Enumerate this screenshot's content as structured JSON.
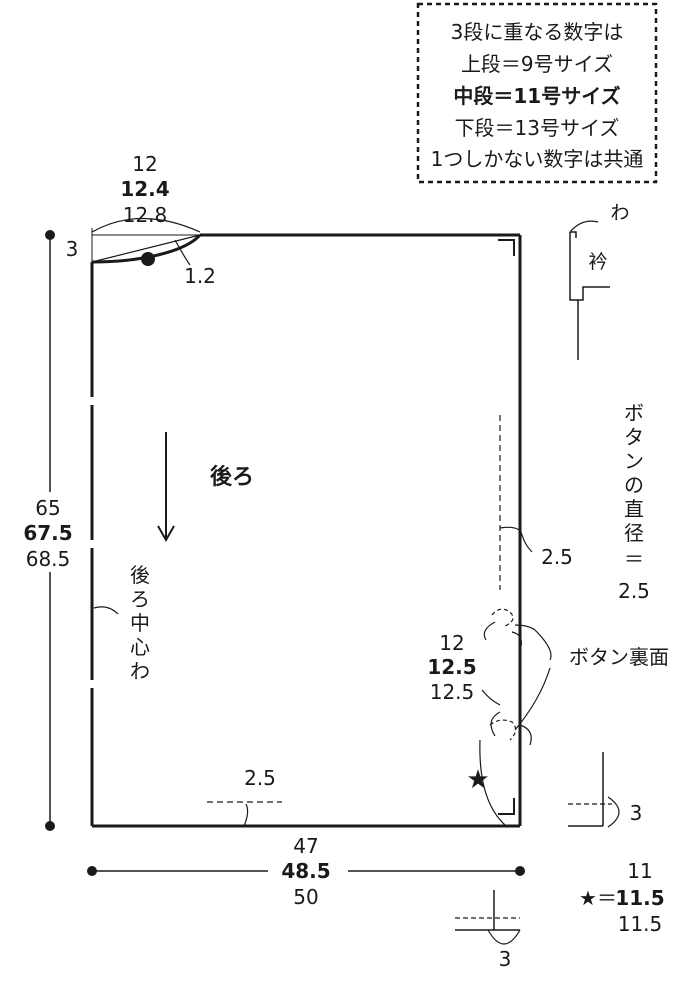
{
  "legend": {
    "lines": [
      "3段に重なる数字は",
      "上段＝9号サイズ",
      "中段＝11号サイズ",
      "下段＝13号サイズ",
      "1つしかない数字は共通"
    ]
  },
  "pattern": {
    "label": "後ろ",
    "center_fold_label": [
      "後",
      "ろ",
      "中",
      "心",
      "わ"
    ]
  },
  "measurements": {
    "neck_width": [
      "12",
      "12.4",
      "12.8"
    ],
    "neck_depth": "3",
    "neck_curve": "1.2",
    "length": [
      "65",
      "67.5",
      "68.5"
    ],
    "width": [
      "47",
      "48.5",
      "50"
    ],
    "button_spacing": [
      "12",
      "12.5",
      "12.5"
    ],
    "front_edge_offset": "2.5",
    "hem_offset": "2.5",
    "star_value": [
      "11",
      "11.5",
      "11.5"
    ],
    "star_prefix": "★＝",
    "hem_fold_right": "3",
    "hem_fold_bottom": "3"
  },
  "notes": {
    "button_back": "ボタン裏面",
    "button_diameter": [
      "ボ",
      "タ",
      "ン",
      "の",
      "直",
      "径",
      "＝",
      "2.5"
    ],
    "collar_label": "衿",
    "fold_label": "わ"
  }
}
